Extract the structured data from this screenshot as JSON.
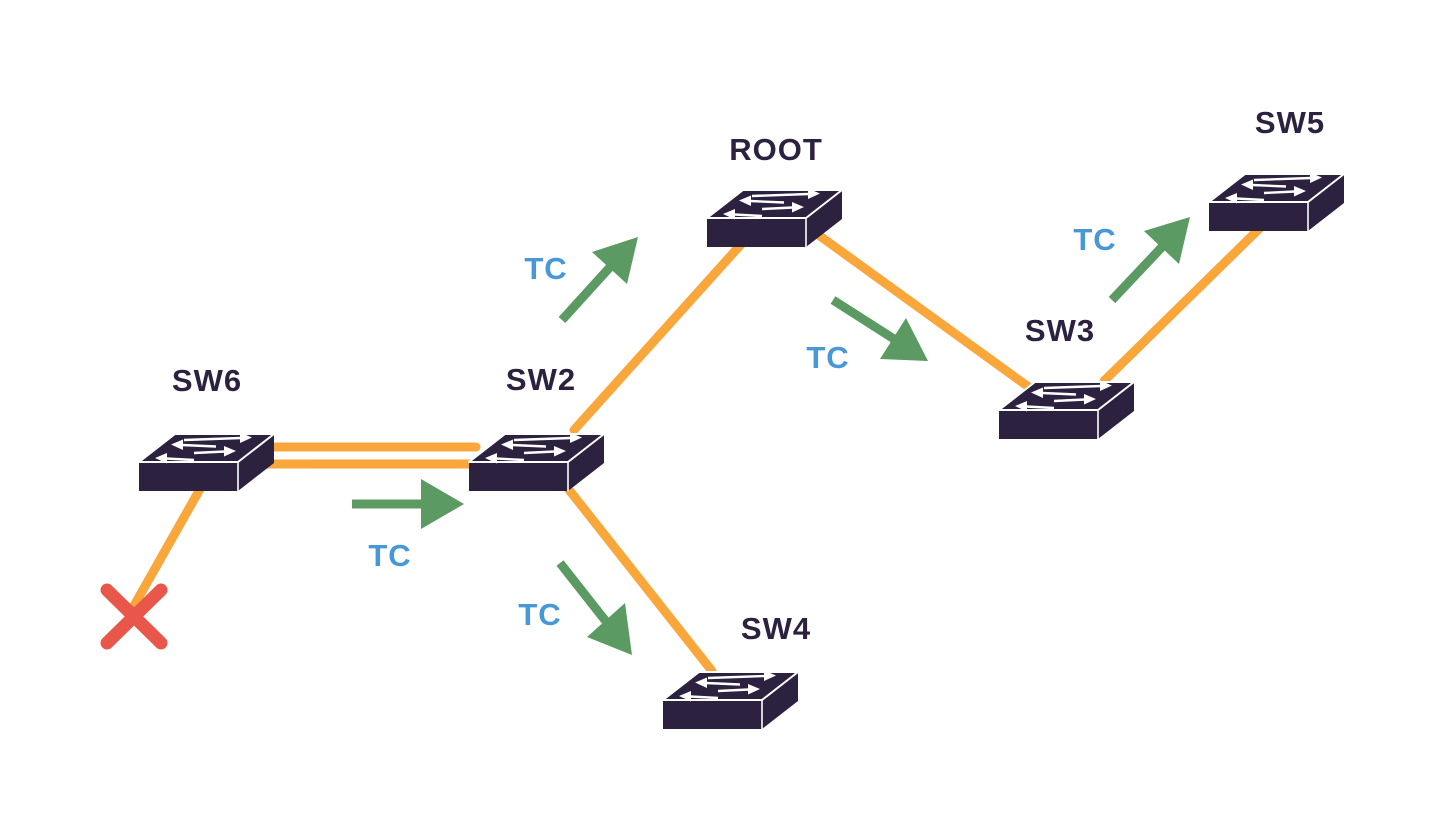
{
  "nodes": [
    {
      "id": "sw6",
      "label": "SW6"
    },
    {
      "id": "sw2",
      "label": "SW2"
    },
    {
      "id": "root",
      "label": "ROOT"
    },
    {
      "id": "sw3",
      "label": "SW3"
    },
    {
      "id": "sw5",
      "label": "SW5"
    },
    {
      "id": "sw4",
      "label": "SW4"
    }
  ],
  "links": [
    {
      "from": "SW6",
      "to": "SW2",
      "style": "double-parallel"
    },
    {
      "from": "SW6",
      "to": "failed-segment",
      "status": "failed-red-x"
    },
    {
      "from": "SW2",
      "to": "ROOT",
      "style": "single"
    },
    {
      "from": "ROOT",
      "to": "SW3",
      "style": "single"
    },
    {
      "from": "SW3",
      "to": "SW5",
      "style": "single"
    },
    {
      "from": "SW2",
      "to": "SW4",
      "style": "single"
    }
  ],
  "tc_markers": [
    {
      "label": "TC",
      "along": "SW6 to SW2",
      "direction": "right"
    },
    {
      "label": "TC",
      "along": "SW2 to ROOT",
      "direction": "up-right"
    },
    {
      "label": "TC",
      "along": "ROOT to SW3",
      "direction": "down-right"
    },
    {
      "label": "TC",
      "along": "SW2 to SW4",
      "direction": "down-right"
    },
    {
      "label": "TC",
      "along": "SW3 to SW5",
      "direction": "up-right"
    }
  ],
  "failure": {
    "symbol": "X",
    "on_link_of": "SW6"
  },
  "colors": {
    "background": "#FFFFFF",
    "link": "#F9A63B",
    "arrow": "#5B9A63",
    "tc_text": "#4897D6",
    "switch_body": "#2C2240",
    "label_text": "#2C2240",
    "failure_x": "#E9574A"
  }
}
